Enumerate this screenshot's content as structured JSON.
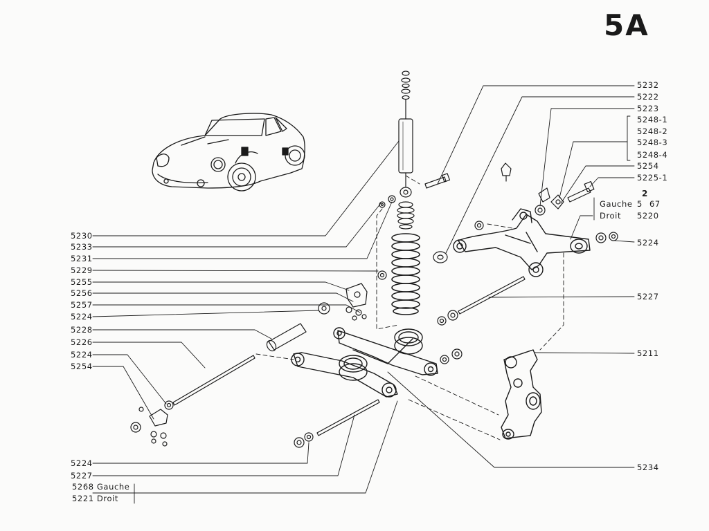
{
  "plate": "5A",
  "callouts": {
    "r5232": "5232",
    "r5222": "5222",
    "r5223": "5223",
    "r5248_1": "5248-1",
    "r5248_2": "5248-2",
    "r5248_3": "5248-3",
    "r5248_4": "5248-4",
    "r5254": "5254",
    "r5225_1": "5225-1",
    "r_gauche": "Gauche",
    "r_droit": "Droit",
    "r5267_a": "5",
    "r5267_b": "67",
    "r5267_note": "2",
    "r5220": "5220",
    "r5224": "5224",
    "r5227": "5227",
    "r5211": "5211",
    "r5234": "5234",
    "l5230": "5230",
    "l5233": "5233",
    "l5231": "5231",
    "l5229": "5229",
    "l5255": "5255",
    "l5256": "5256",
    "l5257": "5257",
    "l5224a": "5224",
    "l5228": "5228",
    "l5226": "5226",
    "l5224b": "5224",
    "l5254": "5254",
    "b5224": "5224",
    "b5227": "5227",
    "b5268": "5268 Gauche",
    "b5221": "5221 Droit"
  }
}
